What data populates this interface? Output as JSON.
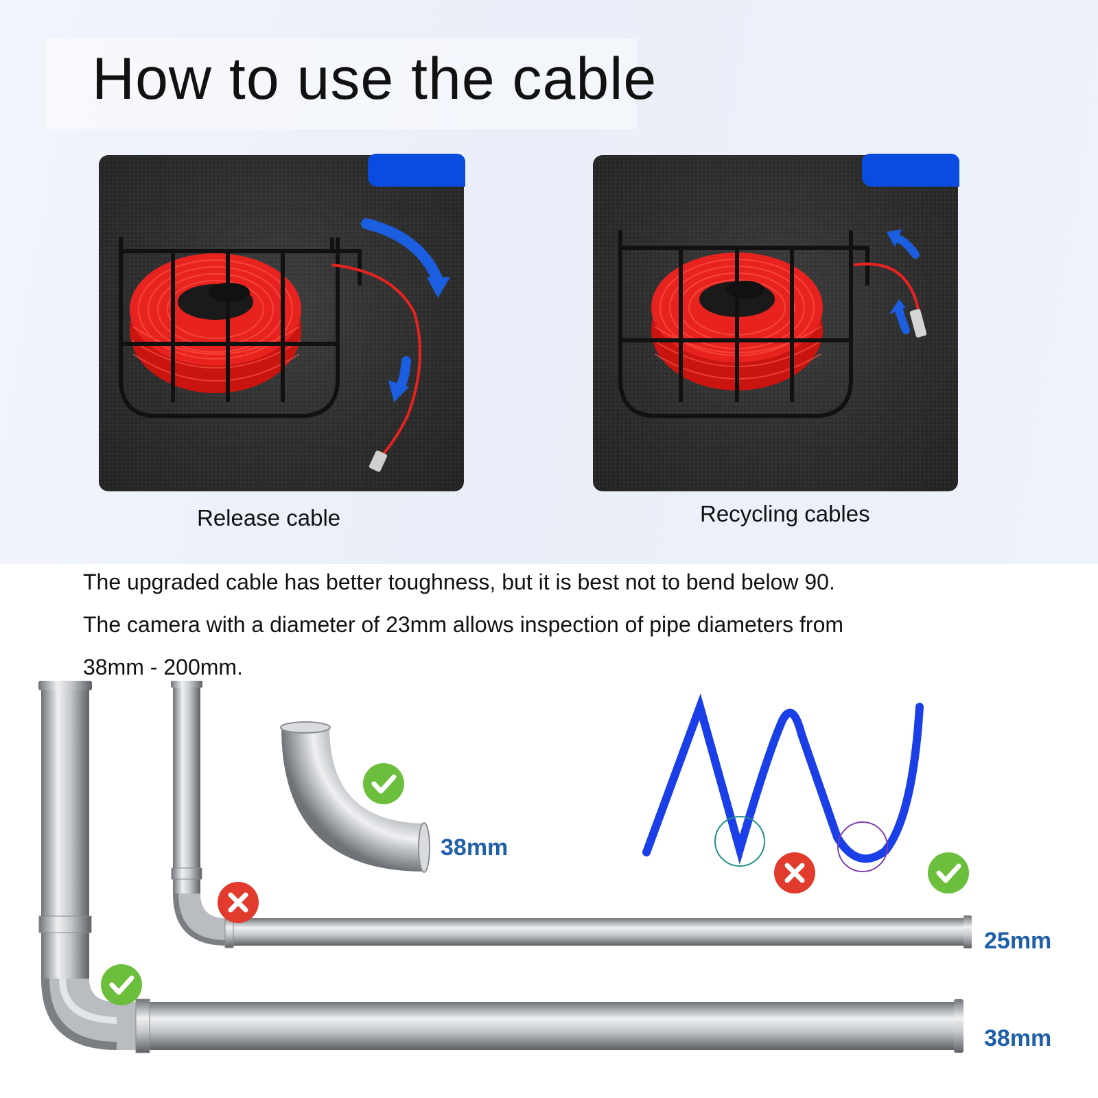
{
  "title": "How to use the cable",
  "panels": [
    {
      "caption": "Release cable",
      "arrow_icons": [
        "curved-arrow-down-icon",
        "curved-arrow-down-icon"
      ]
    },
    {
      "caption": "Recycling cables",
      "arrow_icons": [
        "curved-arrow-up-icon",
        "curved-arrow-up-icon"
      ]
    }
  ],
  "notes": {
    "line1": "The upgraded cable has better toughness, but it is best not to bend below 90.",
    "line2": "The camera with a diameter of 23mm allows inspection of pipe diameters from",
    "line3": "38mm - 200mm."
  },
  "pipes": {
    "elbow_label": "38mm",
    "small_pipe_label": "25mm",
    "large_pipe_label": "38mm"
  },
  "colors": {
    "accent_blue": "#0a4be0",
    "cable_red": "#e8231f",
    "ok_green": "#6cbf3c",
    "bad_red": "#e03b2c",
    "dimension_blue": "#1f5fa8",
    "wave_blue": "#1a3fe6"
  },
  "icons": [
    "check-icon",
    "cross-icon"
  ]
}
